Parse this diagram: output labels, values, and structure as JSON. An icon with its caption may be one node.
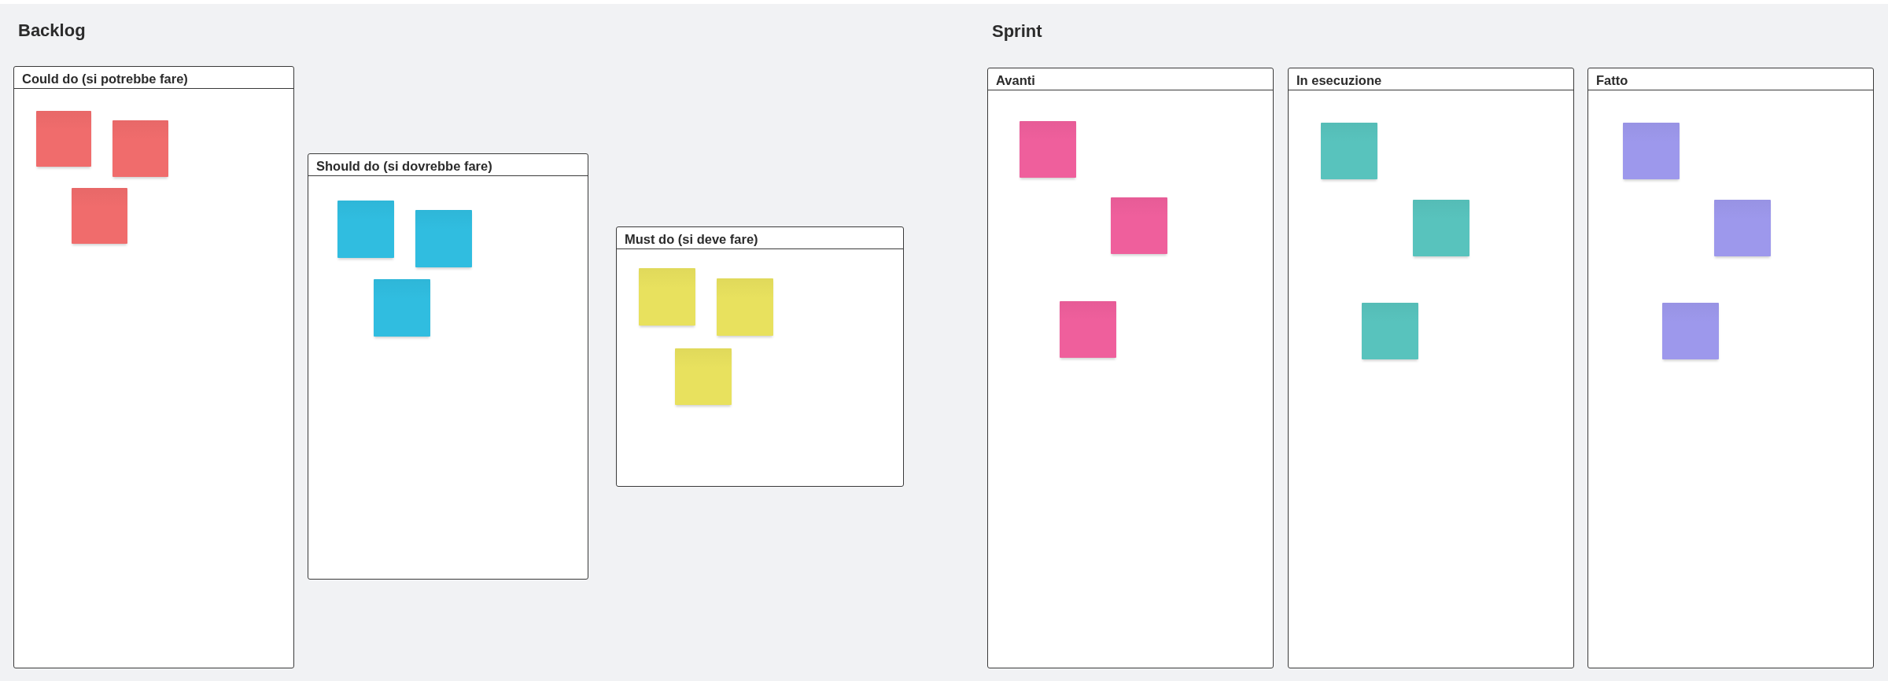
{
  "diagram": {
    "nodes": [
      {
        "text": [
          "Could do (si potrebbe fare)"
        ]
      },
      {
        "text": [],
        "shape": "box",
        "in": 0
      },
      {
        "text": [],
        "shape": "box",
        "in": 0
      },
      {
        "text": [],
        "shape": "box",
        "in": 0
      },
      {
        "text": [
          "Should do (si dovrebbe fare)"
        ]
      },
      {
        "text": [],
        "shape": "box",
        "in": 4
      },
      {
        "text": [],
        "shape": "box",
        "in": 4
      },
      {
        "text": [],
        "shape": "box",
        "in": 4
      },
      {
        "text": [
          "Must do (si deve fare)"
        ]
      },
      {
        "text": [],
        "shape": "box",
        "in": 8
      },
      {
        "text": [],
        "shape": "box",
        "in": 8
      },
      {
        "text": [],
        "shape": "box",
        "in": 8
      },
      {
        "text": [
          "Avanti"
        ]
      },
      {
        "text": [],
        "shape": "box",
        "in": 12
      },
      {
        "text": [],
        "shape": "box",
        "in": 12
      },
      {
        "text": [],
        "shape": "box",
        "in": 12
      },
      {
        "text": [
          "In esecuzione"
        ]
      },
      {
        "text": [],
        "shape": "box",
        "in": 16
      },
      {
        "text": [],
        "shape": "box",
        "in": 16
      },
      {
        "text": [],
        "shape": "box",
        "in": 16
      },
      {
        "text": [
          "Fatto"
        ]
      },
      {
        "text": [],
        "shape": "box",
        "in": 20
      },
      {
        "text": [],
        "shape": "box",
        "in": 20
      },
      {
        "text": [],
        "shape": "box",
        "in": 20
      }
    ],
    "labels": [
      "Backlog",
      "Sprint"
    ]
  }
}
